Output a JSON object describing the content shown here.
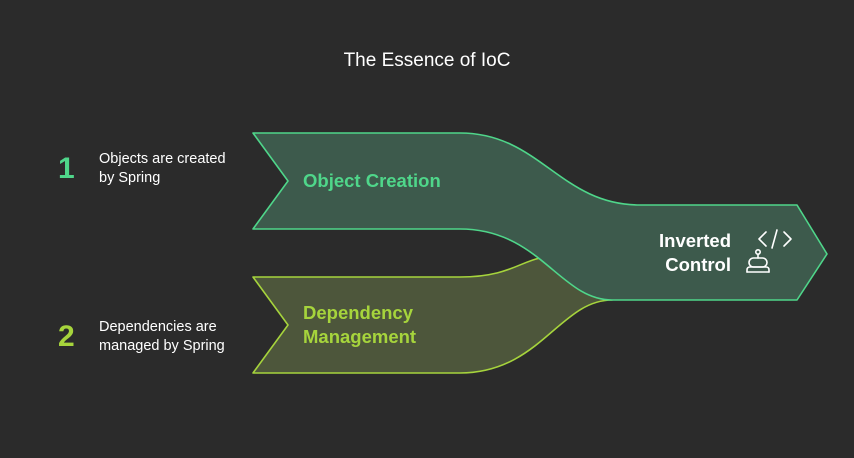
{
  "title": "The Essence of IoC",
  "colors": {
    "background": "#2b2b2b",
    "green_stroke": "#4fd68a",
    "green_fill": "#3d5a4c",
    "lime_stroke": "#a6d43c",
    "lime_fill": "#4d563b",
    "text": "#ffffff"
  },
  "steps": [
    {
      "number": "1",
      "description_line1": "Objects are created",
      "description_line2": "by Spring",
      "label_line1": "Object Creation",
      "label_line2": ""
    },
    {
      "number": "2",
      "description_line1": "Dependencies are",
      "description_line2": "managed by Spring",
      "label_line1": "Dependency",
      "label_line2": "Management"
    }
  ],
  "result": {
    "label_line1": "Inverted",
    "label_line2": "Control",
    "icons": [
      "code-icon",
      "robot-icon"
    ]
  }
}
